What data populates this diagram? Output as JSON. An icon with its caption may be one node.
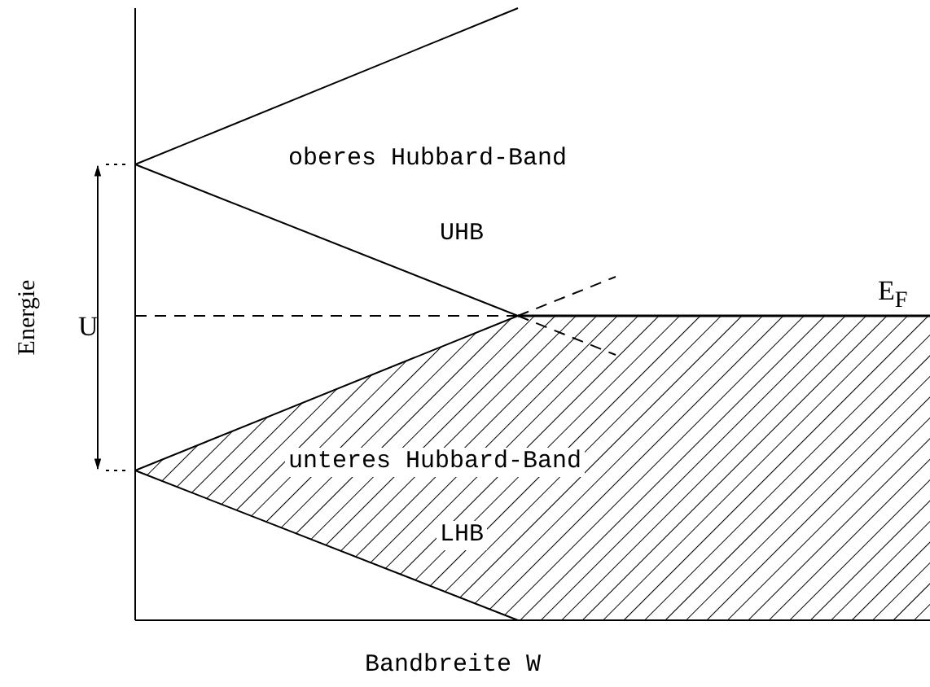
{
  "diagram": {
    "labels": [
      "oberes Hubbard-Band",
      "UHB",
      "E$_{F}$",
      "Energie",
      "U",
      "unteres Hubbard-Band",
      "LHB",
      "Bandbreite W"
    ]
  }
}
